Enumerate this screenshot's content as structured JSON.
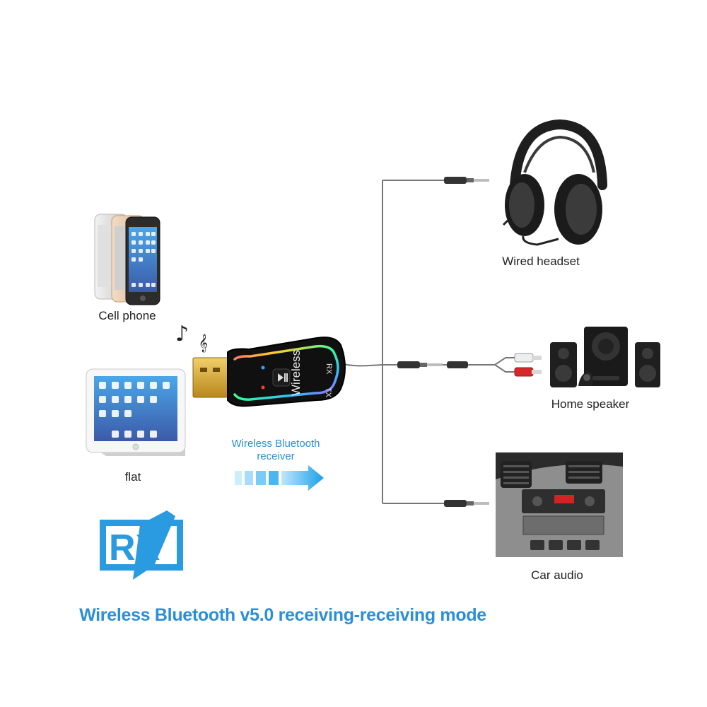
{
  "devices": {
    "cell_phone": "Cell phone",
    "flat": "flat",
    "wired_headset": "Wired headset",
    "home_speaker": "Home speaker",
    "car_audio": "Car audio"
  },
  "adapter": {
    "wireless": "Wireless",
    "rx": "RX",
    "tx": "TX"
  },
  "receiver_label_line1": "Wireless Bluetooth",
  "receiver_label_line2": "receiver",
  "badge": "RX",
  "caption": "Wireless Bluetooth v5.0 receiving-receiving mode",
  "colors": {
    "accent_blue": "#2a8fd8",
    "badge_blue": "#2a9be0"
  }
}
